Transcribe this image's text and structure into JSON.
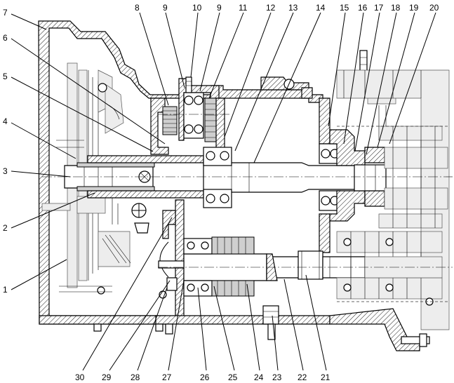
{
  "labels": {
    "top": [
      "8",
      "9",
      "10",
      "9",
      "11",
      "12",
      "13",
      "14",
      "15",
      "16",
      "17",
      "18",
      "19",
      "20"
    ],
    "left": [
      "7",
      "6",
      "5",
      "4",
      "3",
      "2",
      "1"
    ],
    "bottom": [
      "30",
      "29",
      "28",
      "27",
      "26",
      "25",
      "24",
      "23",
      "22",
      "21"
    ]
  }
}
